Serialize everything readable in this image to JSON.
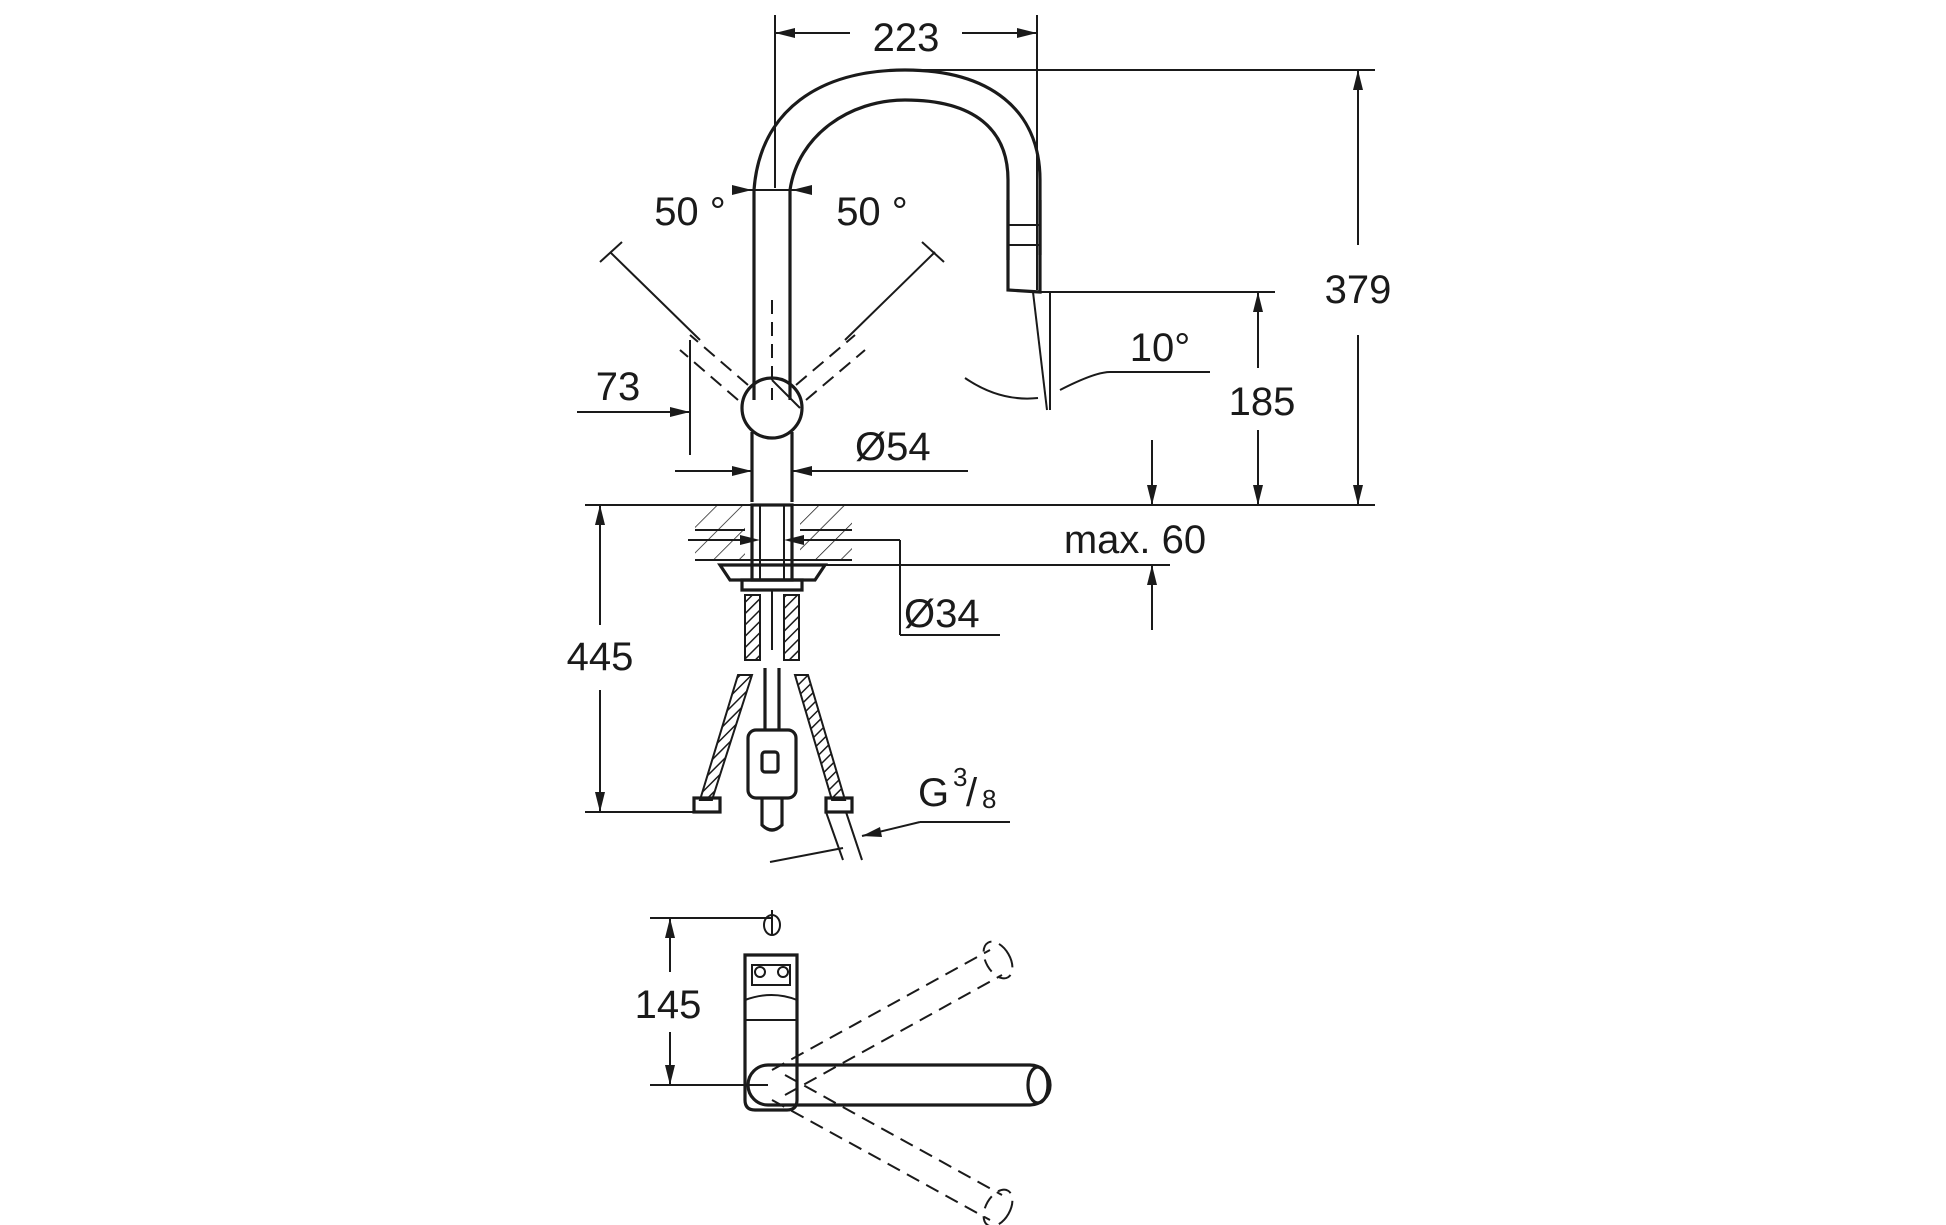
{
  "dimensions": {
    "width_spout": "223",
    "height_total": "379",
    "height_spout_outlet": "185",
    "angle_spout_tilt": "10°",
    "angle_left": "50 °",
    "angle_right": "50 °",
    "handle_offset": "73",
    "body_diameter": "Ø54",
    "max_thickness": "max. 60",
    "hole_diameter": "Ø34",
    "hose_length": "445",
    "connection_thread_main": "G",
    "connection_thread_numerator": "3",
    "connection_thread_denominator": "8",
    "plan_depth": "145"
  },
  "colors": {
    "line": "#1a1a1a",
    "background": "#ffffff"
  }
}
